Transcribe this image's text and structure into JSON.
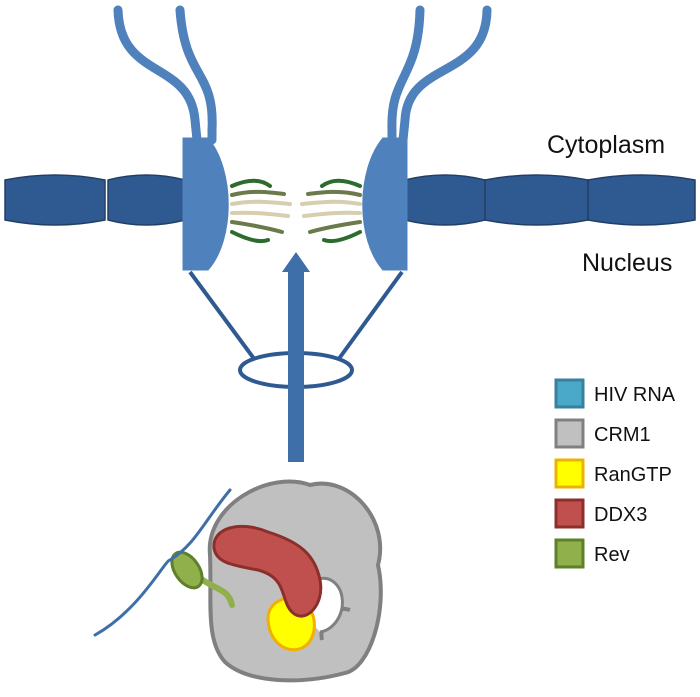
{
  "labels": {
    "cytoplasm": "Cytoplasm",
    "nucleus": "Nucleus"
  },
  "legend": [
    {
      "label": "HIV RNA",
      "fill": "#4aa8c8",
      "stroke": "#3a7fa0"
    },
    {
      "label": "CRM1",
      "fill": "#c0c0c0",
      "stroke": "#808080"
    },
    {
      "label": "RanGTP",
      "fill": "#ffff00",
      "stroke": "#f0b000"
    },
    {
      "label": "DDX3",
      "fill": "#c0504d",
      "stroke": "#8c2f2c"
    },
    {
      "label": "Rev",
      "fill": "#8fb04a",
      "stroke": "#5f7f2a"
    }
  ],
  "colors": {
    "membrane": "#2f5a91",
    "membrane_stroke": "#223f66",
    "pore": "#4f81bd",
    "arrow": "#3f6fa9",
    "fg_dark": "#2e6b2e",
    "fg_mid": "#6b7a4a",
    "fg_light": "#d7ceb0"
  }
}
